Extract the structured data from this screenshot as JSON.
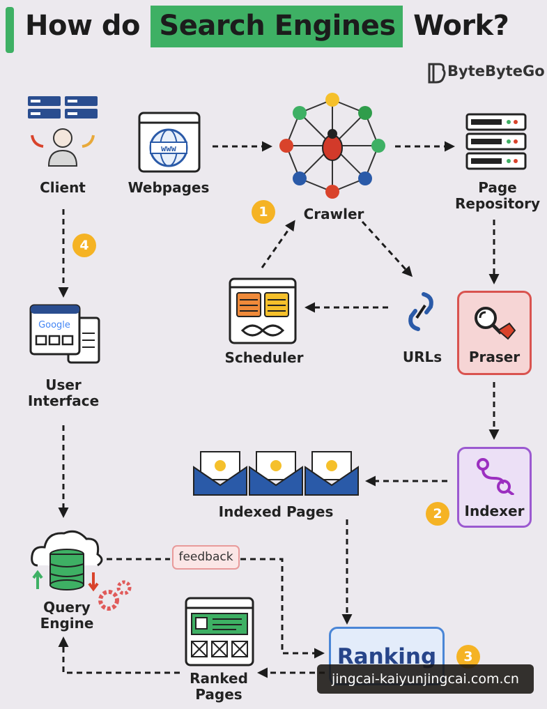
{
  "title": {
    "prefix": "How do",
    "highlight": "Search Engines",
    "suffix": "Work?"
  },
  "brand": "ByteByteGo",
  "nodes": {
    "client": "Client",
    "webpages": "Webpages",
    "crawler": "Crawler",
    "page_repository": "Page\nRepository",
    "user_interface": "User\nInterface",
    "scheduler": "Scheduler",
    "urls": "URLs",
    "parser": "Praser",
    "indexed_pages": "Indexed Pages",
    "indexer": "Indexer",
    "query_engine": "Query\nEngine",
    "ranked_pages": "Ranked\nPages",
    "ranking": "Ranking",
    "feedback": "feedback"
  },
  "ui_icon": {
    "google": "Google",
    "www": "www"
  },
  "steps": {
    "s1": "1",
    "s2": "2",
    "s3": "3",
    "s4": "4"
  },
  "watermark": "jingcai-kaiyunjingcai.com.cn",
  "colors": {
    "accent": "#3eb064",
    "badge": "#f5b324",
    "parser": "#f6d5d5",
    "indexer": "#ece0f6",
    "ranking": "#e3ecfa"
  }
}
